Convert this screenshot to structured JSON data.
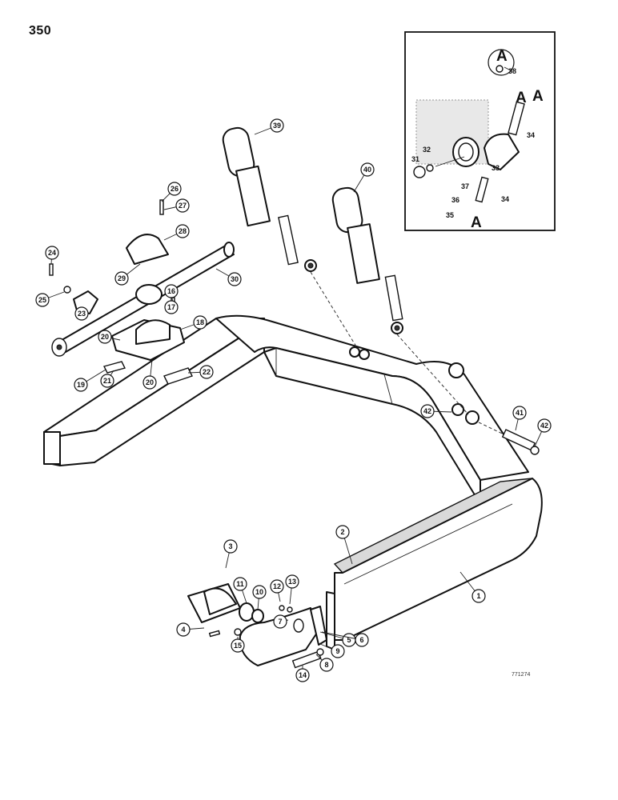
{
  "page_number": "350",
  "drawing_code": "771274",
  "detail_letter": "A",
  "callouts": [
    "1",
    "2",
    "3",
    "4",
    "5",
    "6",
    "7",
    "8",
    "9",
    "10",
    "11",
    "12",
    "13",
    "14",
    "15",
    "16",
    "17",
    "18",
    "19",
    "20",
    "20",
    "21",
    "22",
    "23",
    "24",
    "25",
    "26",
    "27",
    "28",
    "29",
    "30",
    "39",
    "40",
    "41",
    "42",
    "42",
    "38"
  ],
  "inset_labels": [
    "31",
    "32",
    "33",
    "34",
    "34",
    "35",
    "36",
    "37"
  ],
  "inset_arrow_letters": [
    "A",
    "A",
    "A"
  ]
}
